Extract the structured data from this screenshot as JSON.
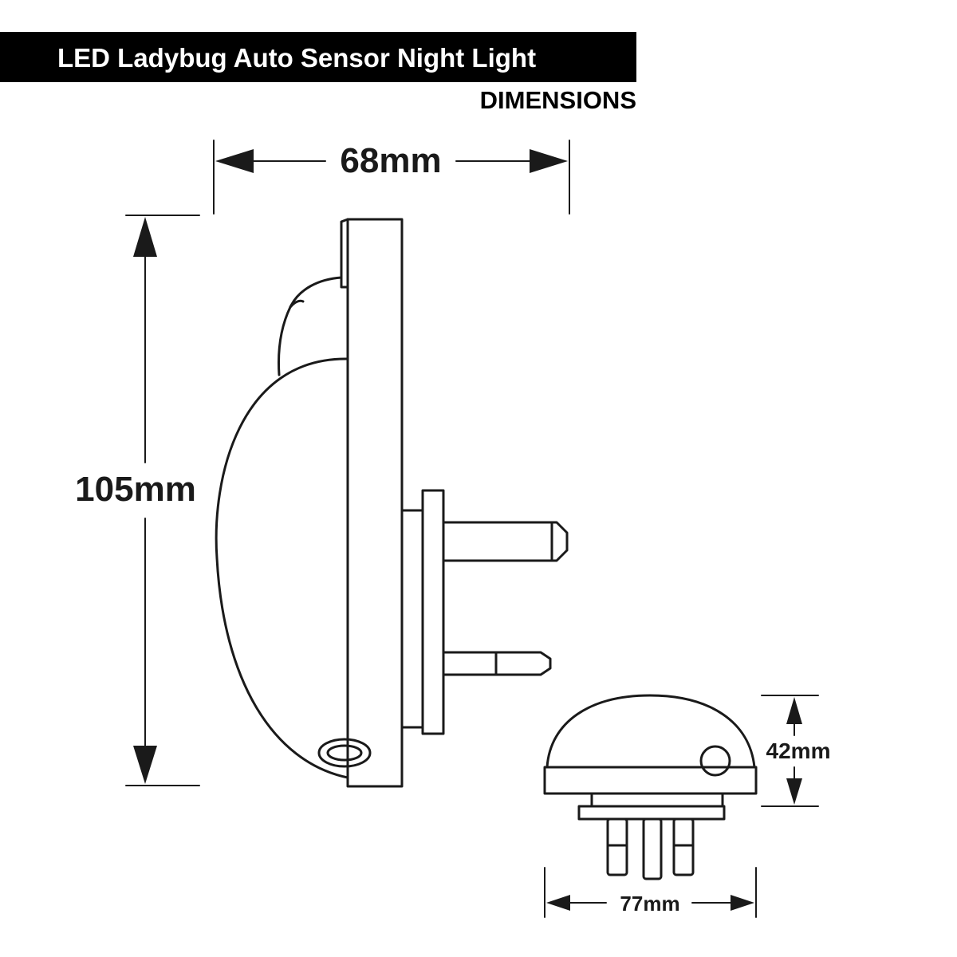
{
  "header": {
    "title": "LED Ladybug Auto Sensor Night Light",
    "subtitle": "DIMENSIONS"
  },
  "dimensions": {
    "width_label": "68mm",
    "height_label": "105mm",
    "depth_label": "42mm",
    "base_width_label": "77mm"
  },
  "colors": {
    "title_bar": "#000000",
    "title_text": "#ffffff",
    "line": "#1a1a1a"
  }
}
